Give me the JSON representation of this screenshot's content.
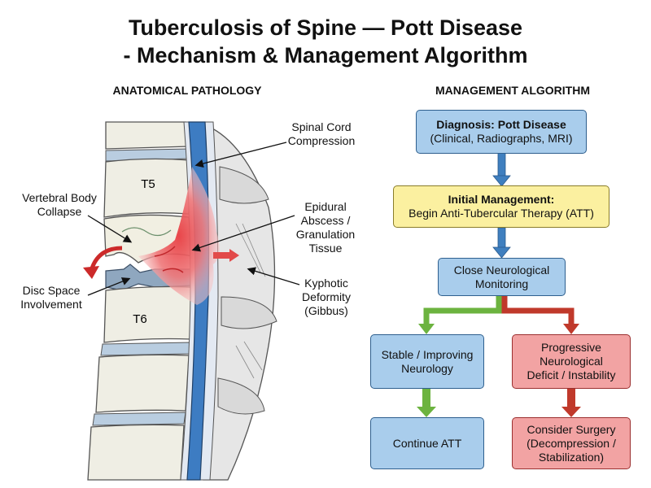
{
  "title": {
    "line1": "Tuberculosis of Spine — Pott Disease",
    "line2": "- Mechanism & Management Algorithm"
  },
  "sections": {
    "left": "ANATOMICAL PATHOLOGY",
    "right": "MANAGEMENT ALGORITHM"
  },
  "anatomy": {
    "vertebra_upper": "T5",
    "vertebra_lower": "T6",
    "labels": {
      "cord_1": "Spinal Cord",
      "cord_2": "Compression",
      "collapse_1": "Vertebral Body",
      "collapse_2": "Collapse",
      "abscess_1": "Epidural",
      "abscess_2": "Abscess /",
      "abscess_3": "Granulation",
      "abscess_4": "Tissue",
      "disc_1": "Disc Space",
      "disc_2": "Involvement",
      "kyphotic_1": "Kyphotic",
      "kyphotic_2": "Deformity",
      "kyphotic_3": "(Gibbus)"
    }
  },
  "algorithm": {
    "diagnosis": {
      "title": "Diagnosis: Pott Disease",
      "detail": "(Clinical, Radiographs, MRI)"
    },
    "initial": {
      "title": "Initial Management:",
      "detail": "Begin Anti-Tubercular Therapy (ATT)"
    },
    "monitoring": {
      "line1": "Close Neurological",
      "line2": "Monitoring"
    },
    "stable": {
      "line1": "Stable / Improving",
      "line2": "Neurology"
    },
    "progressive": {
      "line1": "Progressive",
      "line2": "Neurological",
      "line3": "Deficit / Instability"
    },
    "continue": {
      "line1": "Continue ATT"
    },
    "surgery": {
      "line1": "Consider Surgery",
      "line2": "(Decompression /",
      "line3": "Stabilization)"
    }
  },
  "colors": {
    "blue_box": "#a9cdec",
    "yellow_box": "#fbf0a0",
    "red_box": "#f2a3a3",
    "arrow_blue": "#3f7fbf",
    "arrow_green": "#6cb33f",
    "arrow_red": "#c0392b"
  }
}
